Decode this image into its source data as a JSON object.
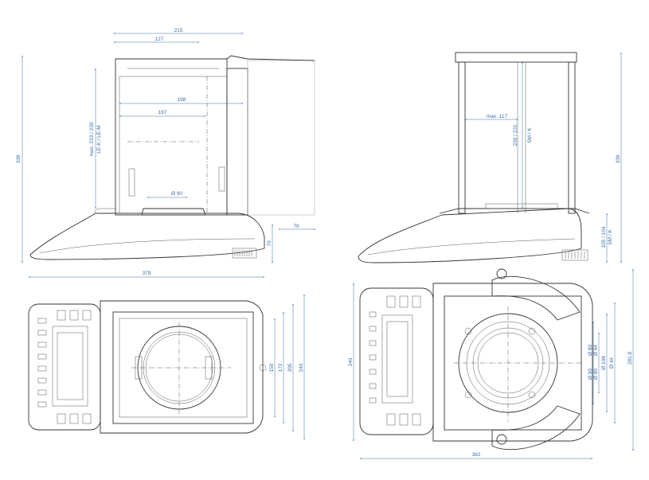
{
  "front_view": {
    "dim_width_total": "215",
    "dim_chamber_width": "127",
    "dim_inner_width_1": "198",
    "dim_inner_width_2": "197",
    "dim_height_total": "339",
    "dim_chamber_height": "max. 233 / 230",
    "dim_chamber_height_models": "LE-K / LE-M",
    "dim_pan_diameter": "Ø 90",
    "dim_door_extension": "78",
    "dim_base_height": "70",
    "dim_depth": "379"
  },
  "side_view": {
    "dim_inner_max": "max. 117",
    "dim_height_inner": "230 / 231",
    "dim_height_inner_models": "SM / K",
    "dim_height_total": "339",
    "dim_base_height": "105 / 104",
    "dim_base_height_models": "SM / K"
  },
  "top_view_small": {
    "dim_150": "150",
    "dim_172": "172",
    "dim_205": "205",
    "dim_240": "240"
  },
  "top_view_large": {
    "dim_height": "240",
    "dim_width": "382",
    "dim_d1": "Ø 90",
    "dim_d2": "Ø 80",
    "dim_d3": "Ø 108",
    "dim_d4": "Ø 44",
    "dim_d5": "Ø 80",
    "dim_d6": "Ø 64",
    "dim_total": "281.8"
  },
  "colors": {
    "dimension": "#3a6fa8",
    "outline": "#333333"
  }
}
